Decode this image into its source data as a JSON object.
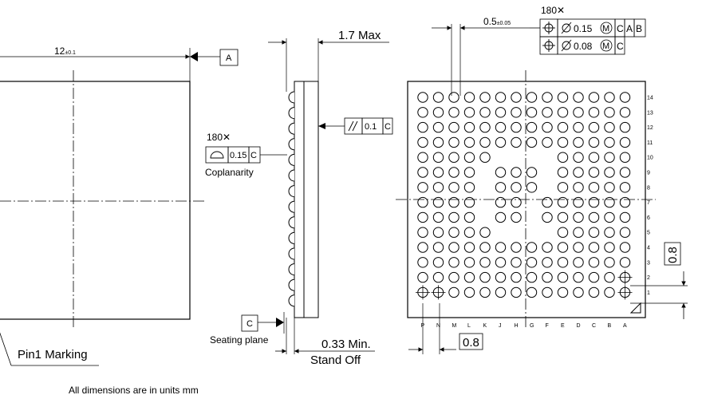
{
  "top_view": {
    "width_dim_nominal": "12",
    "width_dim_tol": "±0.1",
    "datum_a": "A",
    "pin1_label": "Pin1 Marking"
  },
  "side_view": {
    "height_label": "1.7 Max",
    "parallelism_value": "0.1",
    "parallelism_datum": "C",
    "coplanarity_count": "180✕",
    "coplanarity_value": "0.15",
    "coplanarity_datum": "C",
    "coplanarity_label": "Coplanarity",
    "datum_c": "C",
    "seating_plane_label": "Seating plane",
    "standoff_value": "0.33 Min.",
    "standoff_label": "Stand Off"
  },
  "bottom_view": {
    "pitch_nominal": "0.5",
    "pitch_tol": "±0.05",
    "ball_count": "180✕",
    "fcf_row1": {
      "value": "0.15",
      "modifier": "M",
      "datums": [
        "C",
        "A",
        "B"
      ]
    },
    "fcf_row2": {
      "value": "0.08",
      "modifier": "M",
      "datums": [
        "C"
      ]
    },
    "ball_pitch_dim": "0.8",
    "row_labels": [
      "14",
      "13",
      "12",
      "11",
      "10",
      "9",
      "8",
      "7",
      "6",
      "5",
      "4",
      "3",
      "2",
      "1"
    ],
    "col_labels": [
      "P",
      "N",
      "M",
      "L",
      "K",
      "J",
      "H",
      "G",
      "F",
      "E",
      "D",
      "C",
      "B",
      "A"
    ]
  },
  "footer_note": "All dimensions are in units mm"
}
